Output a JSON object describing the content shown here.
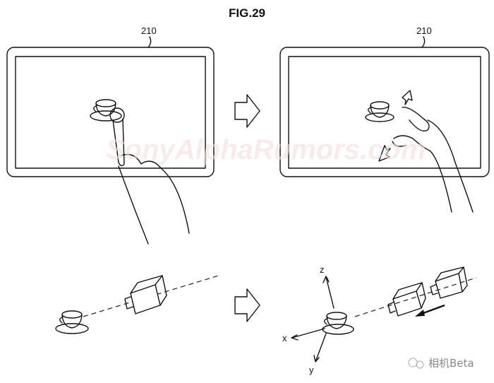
{
  "figure_title": "FIG.29",
  "panels": {
    "top_left": {
      "reference_label": "210"
    },
    "top_right": {
      "reference_label": "210"
    }
  },
  "axes_labels": {
    "x": "x",
    "y": "y",
    "z": "z"
  },
  "watermark": "SonyAlphaRumors.com",
  "brand_mark": "相机Beta"
}
